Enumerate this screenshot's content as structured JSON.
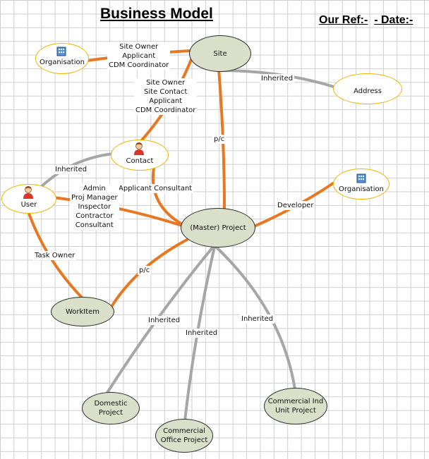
{
  "header": {
    "title": "Business Model",
    "ref_label": "Our Ref:-",
    "date_label": "- Date:-"
  },
  "nodes": {
    "site": "Site",
    "address": "Address",
    "organisation_top": "Organisation",
    "contact": "Contact",
    "user": "User",
    "organisation_right": "Organisation",
    "master_project": "(Master) Project",
    "workitem": "WorkItem",
    "domestic_project": "Domestic\nProject",
    "commercial_office_project": "Commercial\nOffice Project",
    "commercial_ind_unit_project": "Commercial Ind\nUnit Project"
  },
  "edges": {
    "org_site": "Site Owner\nApplicant\nCDM Coordinator",
    "contact_site": "Site Owner\nSite Contact\nApplicant\nCDM Coordinator",
    "site_address": "Inherited",
    "site_project": "p/c",
    "contact_user": "Inherited",
    "contact_project": "Applicant Consultant",
    "user_project": "Admin\nProj Manager\nInspector\nContractor\nConsultant",
    "org_project": "Developer",
    "user_workitem": "Task Owner",
    "project_workitem": "p/c",
    "project_domestic": "Inherited",
    "project_office": "Inherited",
    "project_ind": "Inherited"
  },
  "colors": {
    "relationship_line": "#e87722",
    "inherited_line": "#a6a6a6",
    "entity_fill": "#d9dfc8",
    "actor_border": "#f0b400"
  },
  "icons": {
    "organisation": "building-icon",
    "person": "person-icon"
  }
}
